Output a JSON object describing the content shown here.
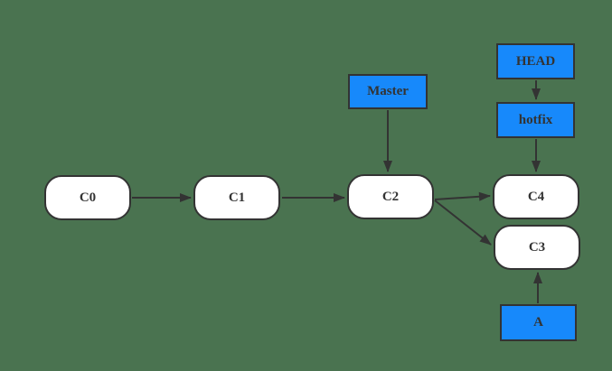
{
  "diagram": {
    "type": "git-commit-graph",
    "commit_nodes": [
      {
        "id": "C0",
        "label": "C0"
      },
      {
        "id": "C1",
        "label": "C1"
      },
      {
        "id": "C2",
        "label": "C2"
      },
      {
        "id": "C4",
        "label": "C4"
      },
      {
        "id": "C3",
        "label": "C3"
      }
    ],
    "ref_nodes": [
      {
        "id": "Master",
        "label": "Master"
      },
      {
        "id": "HEAD",
        "label": "HEAD"
      },
      {
        "id": "hotfix",
        "label": "hotfix"
      },
      {
        "id": "A",
        "label": "A"
      }
    ],
    "edges": [
      {
        "from": "C0",
        "to": "C1"
      },
      {
        "from": "C1",
        "to": "C2"
      },
      {
        "from": "C2",
        "to": "C4"
      },
      {
        "from": "C2",
        "to": "C3"
      },
      {
        "from": "Master",
        "to": "C2"
      },
      {
        "from": "HEAD",
        "to": "hotfix"
      },
      {
        "from": "hotfix",
        "to": "C4"
      },
      {
        "from": "A",
        "to": "C3"
      }
    ]
  },
  "colors": {
    "background": "#4a7350",
    "commit_fill": "#ffffff",
    "ref_fill": "#1789fb",
    "stroke": "#333333",
    "text": "#333333"
  }
}
